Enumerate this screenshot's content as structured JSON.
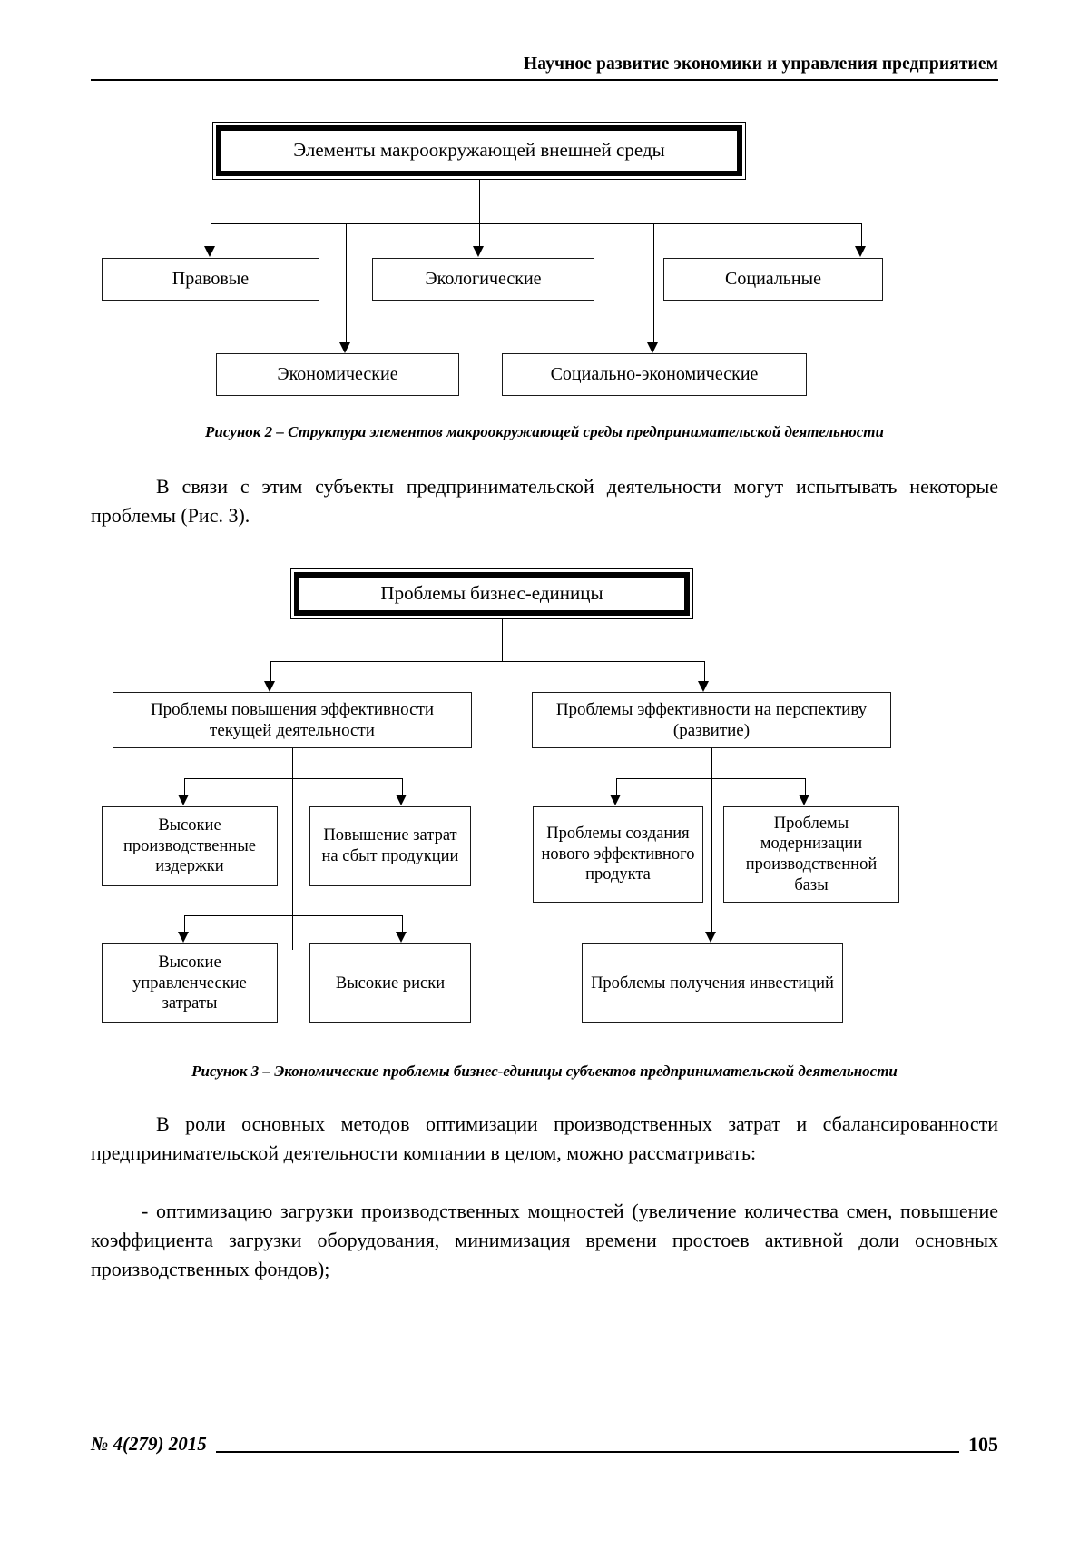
{
  "header": {
    "running_title": "Научное развитие экономики и управления предприятием"
  },
  "figure2": {
    "root": "Элементы макроокружающей внешней среды",
    "row1": [
      "Правовые",
      "Экологические",
      "Социальные"
    ],
    "row2": [
      "Экономические",
      "Социально-экономические"
    ],
    "caption": "Рисунок 2 – Структура элементов макроокружающей среды предпринимательской деятельности"
  },
  "paragraph1": "В связи с этим субъекты предпринимательской деятельности могут испытывать некоторые проблемы (Рис. 3).",
  "figure3": {
    "root": "Проблемы бизнес-единицы",
    "left_branch": {
      "title": "Проблемы повышения эффективности текущей деятельности",
      "children_row1": [
        "Высокие производственные издержки",
        "Повышение затрат на сбыт продукции"
      ],
      "children_row2": [
        "Высокие управленческие затраты",
        "Высокие риски"
      ]
    },
    "right_branch": {
      "title": "Проблемы эффективности на перспективу (развитие)",
      "children_row1": [
        "Проблемы создания нового эффективного продукта",
        "Проблемы модернизации производственной базы"
      ],
      "children_row2": [
        "Проблемы получения инвестиций"
      ]
    },
    "caption": "Рисунок 3 – Экономические проблемы бизнес-единицы субъектов предпринимательской деятельности"
  },
  "paragraph2": "В роли основных методов оптимизации производственных затрат и сбалансированности предпринимательской деятельности компании в целом, можно рассматривать:",
  "paragraph3": "- оптимизацию загрузки производственных мощностей (увеличение количества смен, повышение коэффициента загрузки оборудования, минимизация времени простоев активной доли основных производственных фондов);",
  "footer": {
    "issue": "№ 4(279) 2015",
    "page_number": "105"
  }
}
